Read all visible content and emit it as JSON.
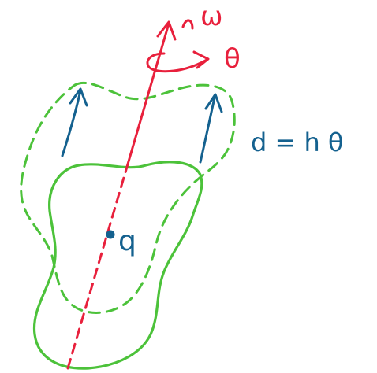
{
  "colors": {
    "axis": "#e8203c",
    "body_solid": "#4cc23a",
    "body_dashed": "#4cc23a",
    "ink": "#14618f",
    "background": "#ffffff"
  },
  "labels": {
    "angular_velocity": "ω",
    "rotation_angle": "θ",
    "point_charge": "q",
    "displacement_relation": "d = h θ"
  },
  "icons": {
    "rotation_arrow": "curved-arrow-icon",
    "axis_arrow": "arrow-up-icon",
    "displacement_arrows": "arrow-up-icon"
  }
}
